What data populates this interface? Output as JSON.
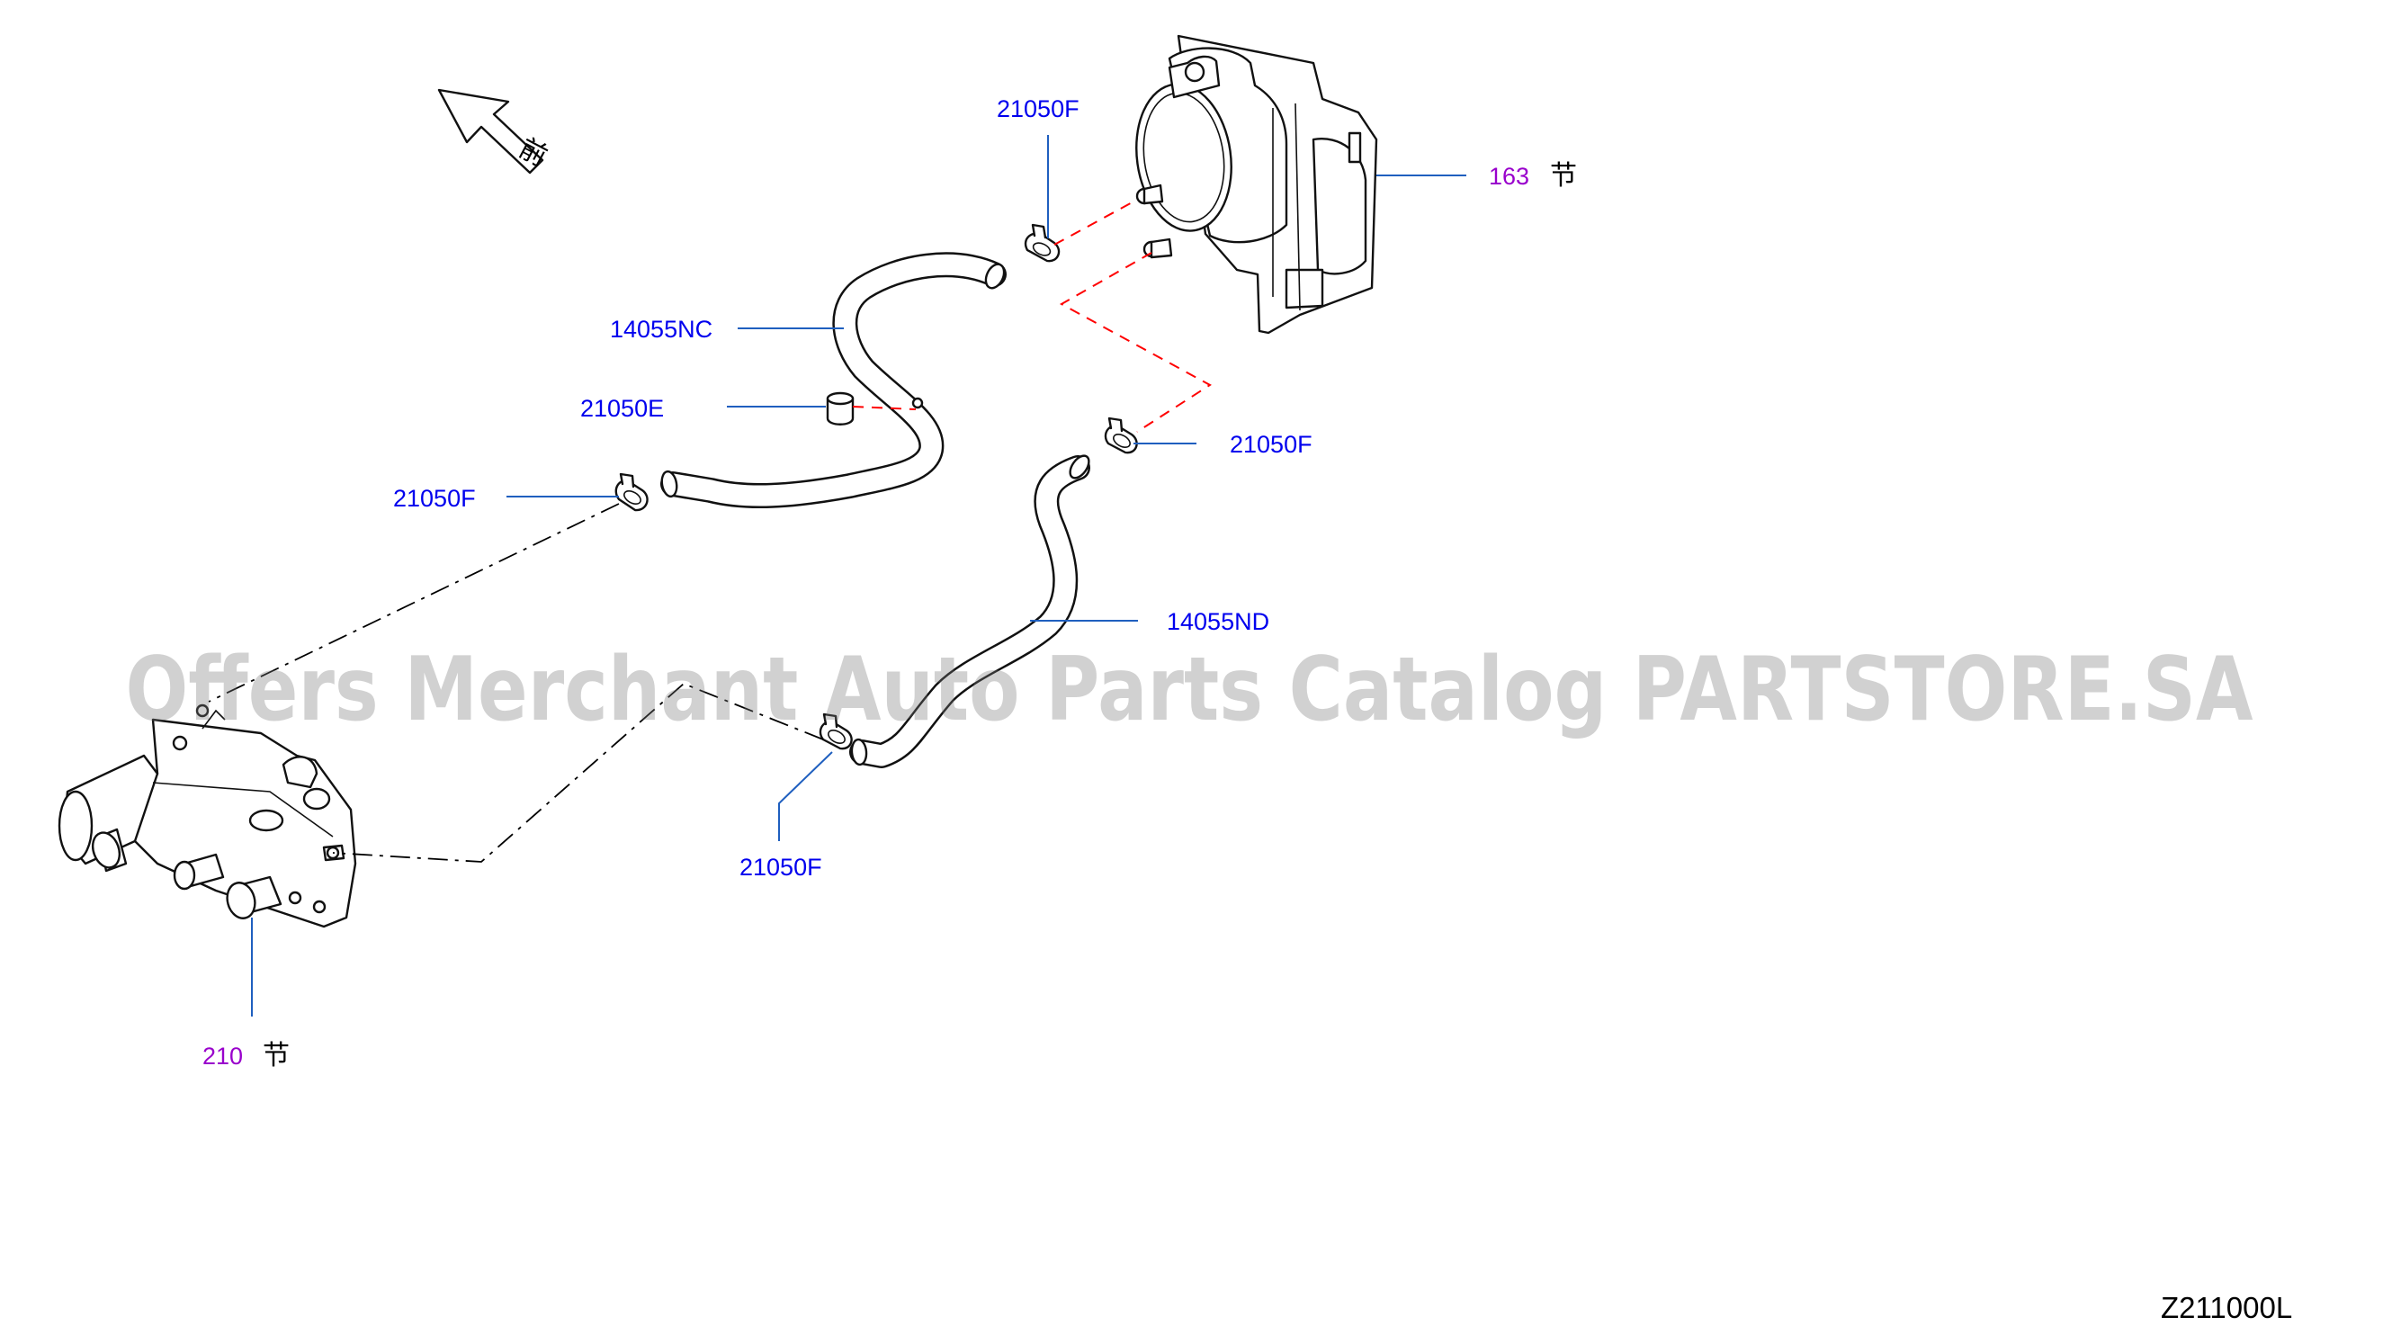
{
  "front_arrow": {
    "label": "前"
  },
  "callouts": {
    "throttle_clamp_top": "21050F",
    "throttle_body_ref": "163",
    "throttle_body_ref_suffix": "节",
    "hose_upper": "14055NC",
    "plug": "21050E",
    "clamp_left": "21050F",
    "clamp_right": "21050F",
    "hose_lower": "14055ND",
    "clamp_bottom": "21050F",
    "water_outlet_ref": "210",
    "water_outlet_ref_suffix": "节"
  },
  "watermark": "Offers Merchant Auto Parts Catalog PARTSTORE.SA",
  "drawing_number": "Z211000L",
  "colors": {
    "part_number": "#0000ee",
    "section_reference": "#9900cc",
    "leader_line": "#1f5fbf",
    "hidden_line_red": "#ff0000"
  }
}
